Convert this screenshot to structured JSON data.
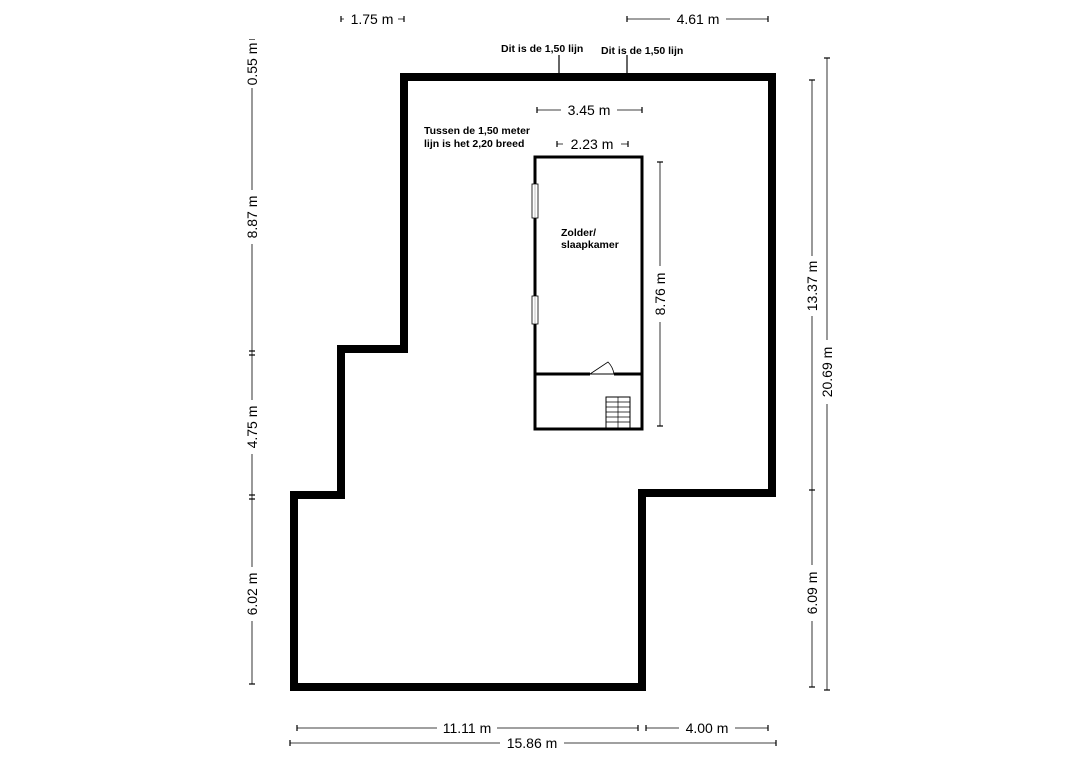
{
  "dimensions": {
    "top_left": "1.75 m",
    "top_right": "4.61 m",
    "inner_top": "3.45 m",
    "inner_width": "2.23 m",
    "left_top": "0.55 m",
    "left_upper": "8.87 m",
    "left_middle": "4.75 m",
    "left_lower": "6.02 m",
    "room_height": "8.76 m",
    "right_upper": "13.37 m",
    "right_total": "20.69 m",
    "right_lower": "6.09 m",
    "bottom_left": "11.11 m",
    "bottom_right": "4.00 m",
    "bottom_total": "15.86 m"
  },
  "notes": {
    "line_left": "Dit is de 1,50 lijn",
    "line_right": "Dit is de 1,50 lijn",
    "width_line1": "Tussen de 1,50 meter",
    "width_line2": "lijn is het 2,20 breed"
  },
  "room": {
    "name_line1": "Zolder/",
    "name_line2": "slaapkamer"
  }
}
